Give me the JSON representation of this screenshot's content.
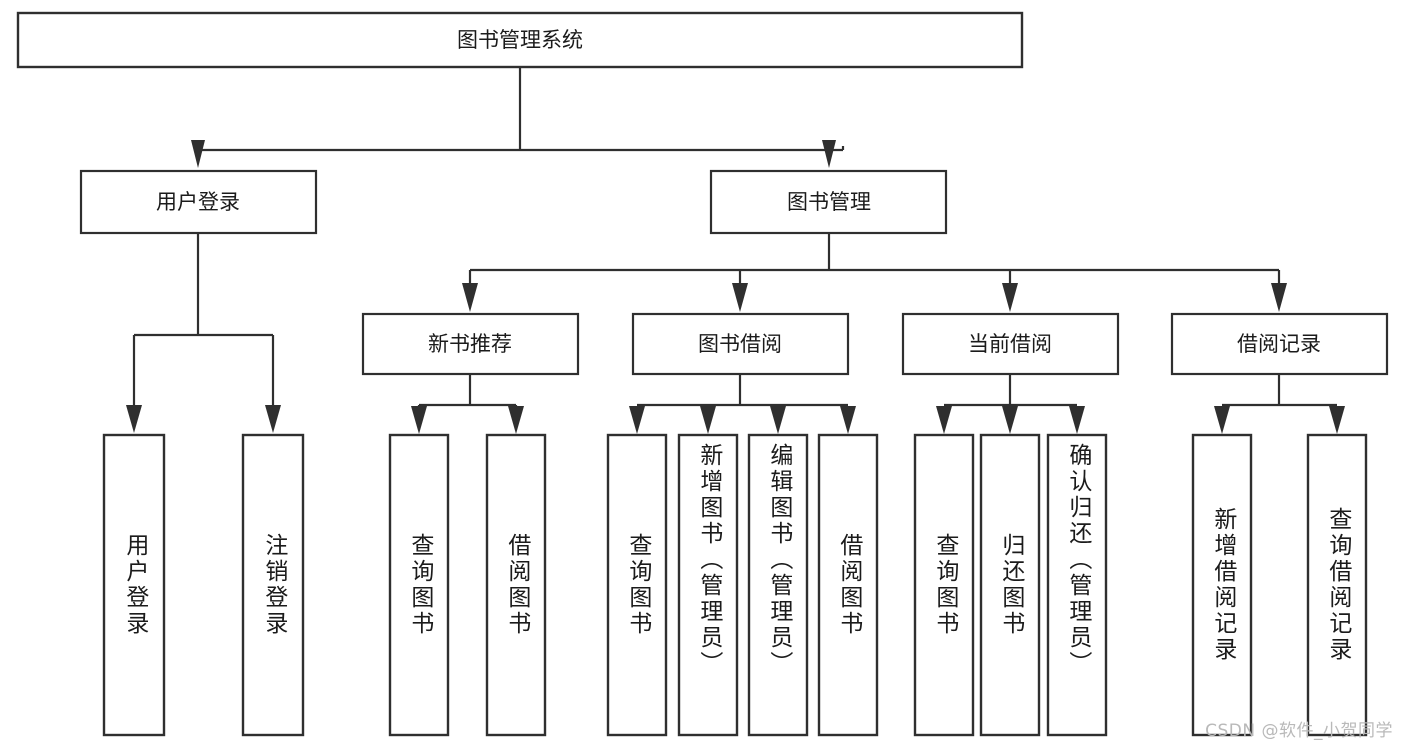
{
  "diagram": {
    "type": "tree-hierarchy",
    "title": "图书管理系统",
    "watermark": "CSDN @软件_小贺同学",
    "colors": {
      "stroke": "#2f2f2f",
      "fill": "#ffffff",
      "text": "#1b1b1b",
      "watermark": "#b9b9b9"
    },
    "levels": {
      "root": {
        "label": "图书管理系统"
      },
      "level2": [
        {
          "id": "n-user-login",
          "label": "用户登录"
        },
        {
          "id": "n-book-manage",
          "label": "图书管理"
        }
      ],
      "level3": [
        {
          "id": "n-new-book-rec",
          "label": "新书推荐",
          "parent": "n-book-manage"
        },
        {
          "id": "n-book-borrow",
          "label": "图书借阅",
          "parent": "n-book-manage"
        },
        {
          "id": "n-current-borrow",
          "label": "当前借阅",
          "parent": "n-book-manage"
        },
        {
          "id": "n-borrow-record",
          "label": "借阅记录",
          "parent": "n-book-manage"
        }
      ],
      "leaves": [
        {
          "id": "l-user-login",
          "label": "用户登录",
          "parent": "n-user-login"
        },
        {
          "id": "l-logout-login",
          "label": "注销登录",
          "parent": "n-user-login"
        },
        {
          "id": "l-query-book-1",
          "label": "查询图书",
          "parent": "n-new-book-rec"
        },
        {
          "id": "l-borrow-book-1",
          "label": "借阅图书",
          "parent": "n-new-book-rec"
        },
        {
          "id": "l-query-book-2",
          "label": "查询图书",
          "parent": "n-book-borrow"
        },
        {
          "id": "l-add-book",
          "label": "新增图书（管理员）",
          "parent": "n-book-borrow"
        },
        {
          "id": "l-edit-book",
          "label": "编辑图书（管理员）",
          "parent": "n-book-borrow"
        },
        {
          "id": "l-borrow-book-2",
          "label": "借阅图书",
          "parent": "n-book-borrow"
        },
        {
          "id": "l-query-book-3",
          "label": "查询图书",
          "parent": "n-current-borrow"
        },
        {
          "id": "l-return-book",
          "label": "归还图书",
          "parent": "n-current-borrow"
        },
        {
          "id": "l-confirm-return",
          "label": "确认归还（管理员）",
          "parent": "n-current-borrow"
        },
        {
          "id": "l-add-record",
          "label": "新增借阅记录",
          "parent": "n-borrow-record"
        },
        {
          "id": "l-query-record",
          "label": "查询借阅记录",
          "parent": "n-borrow-record"
        }
      ]
    }
  }
}
